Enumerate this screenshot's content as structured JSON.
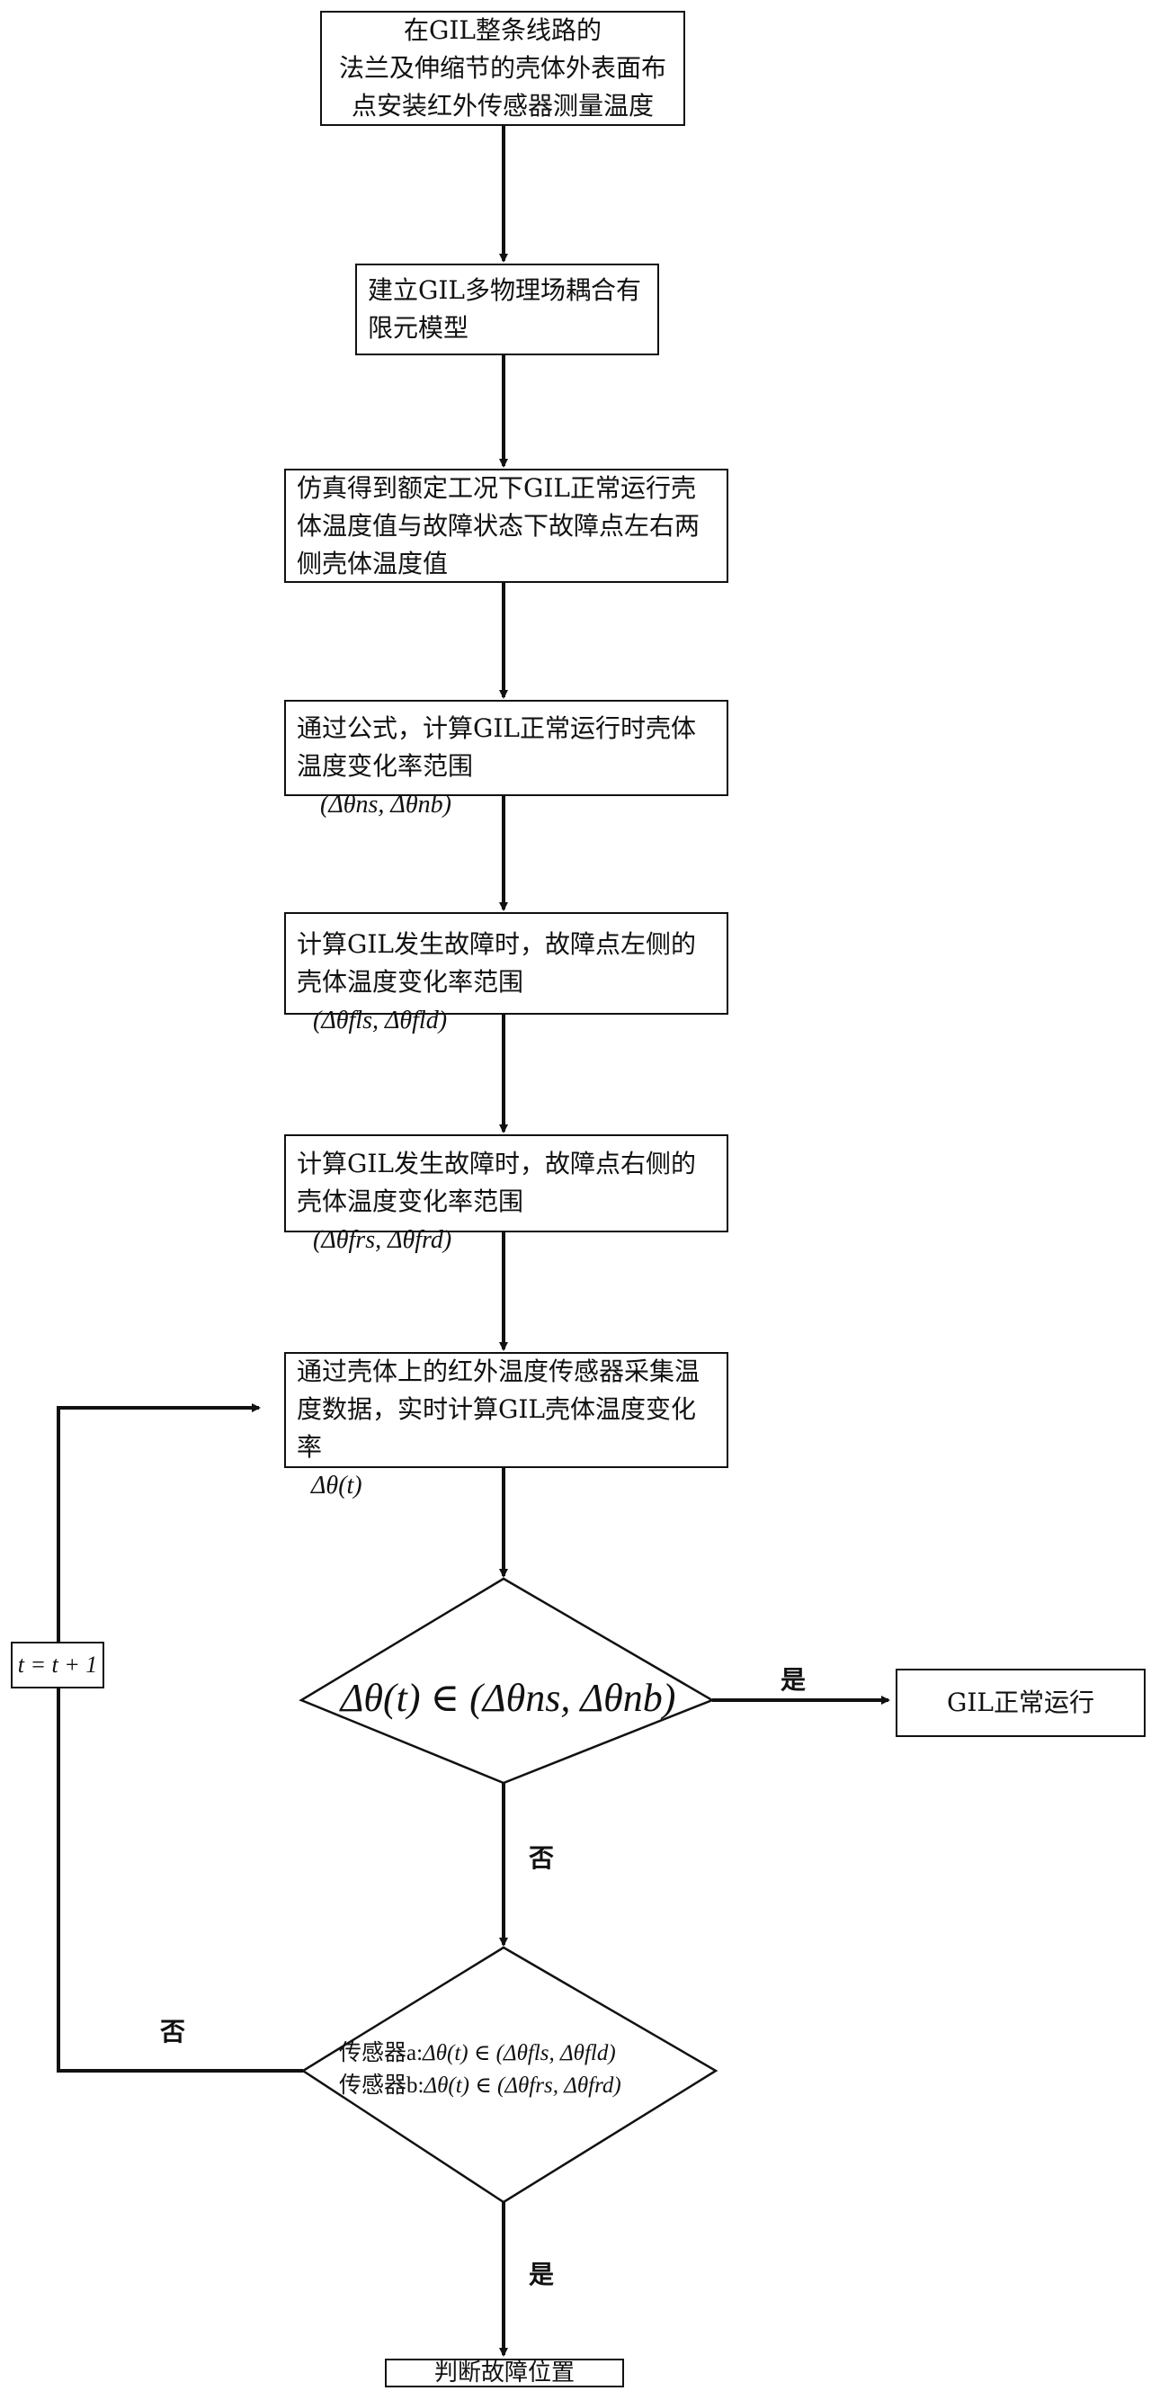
{
  "steps": [
    "在GIL整条线路的\n法兰及伸缩节的壳体外表面布\n点安装红外传感器测量温度",
    "建立GIL多物理场耦合有\n限元模型",
    "仿真得到额定工况下GIL正常运行壳\n体温度值与故障状态下故障点左右两\n侧壳体温度值",
    "通过公式，计算GIL正常运行时壳体\n温度变化率范围",
    "计算GIL发生故障时，故障点左侧的\n壳体温度变化率范围",
    "计算GIL发生故障时，故障点右侧的\n壳体温度变化率范围",
    "通过壳体上的红外温度传感器采集温\n度数据，实时计算GIL壳体温度变化\n率"
  ],
  "formulas": {
    "normal_range": "(Δθns, Δθnb)",
    "left_range": "(Δθfls, Δθfld)",
    "right_range": "(Δθfrs, Δθfrd)",
    "rate": "Δθ(t)"
  },
  "decision1": {
    "condition": "Δθ(t) ∈ (Δθns, Δθnb)"
  },
  "decision2": {
    "sensor_a_prefix": "传感器a:",
    "sensor_a_condition": "Δθ(t) ∈ (Δθfls, Δθfld)",
    "sensor_b_prefix": "传感器b:",
    "sensor_b_condition": "Δθ(t) ∈ (Δθfrs, Δθfrd)"
  },
  "outcomes": {
    "normal": "GIL正常运行",
    "locate": "判断故障位置"
  },
  "labels": {
    "yes": "是",
    "no": "否"
  },
  "loop_label": "t = t + 1"
}
